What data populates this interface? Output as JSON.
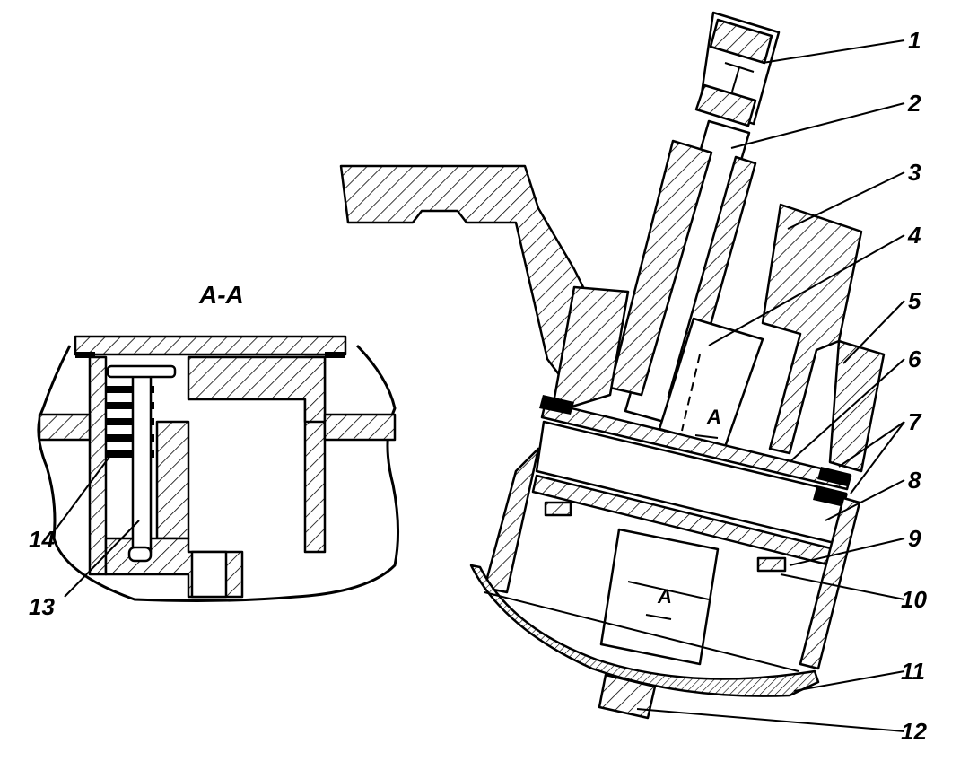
{
  "section": {
    "label": "A-A"
  },
  "section_marks": [
    "A",
    "A"
  ],
  "callouts": [
    "1",
    "2",
    "3",
    "4",
    "5",
    "6",
    "7",
    "8",
    "9",
    "10",
    "11",
    "12",
    "13",
    "14"
  ],
  "colors": {
    "ink": "#000000",
    "paper": "#ffffff"
  }
}
